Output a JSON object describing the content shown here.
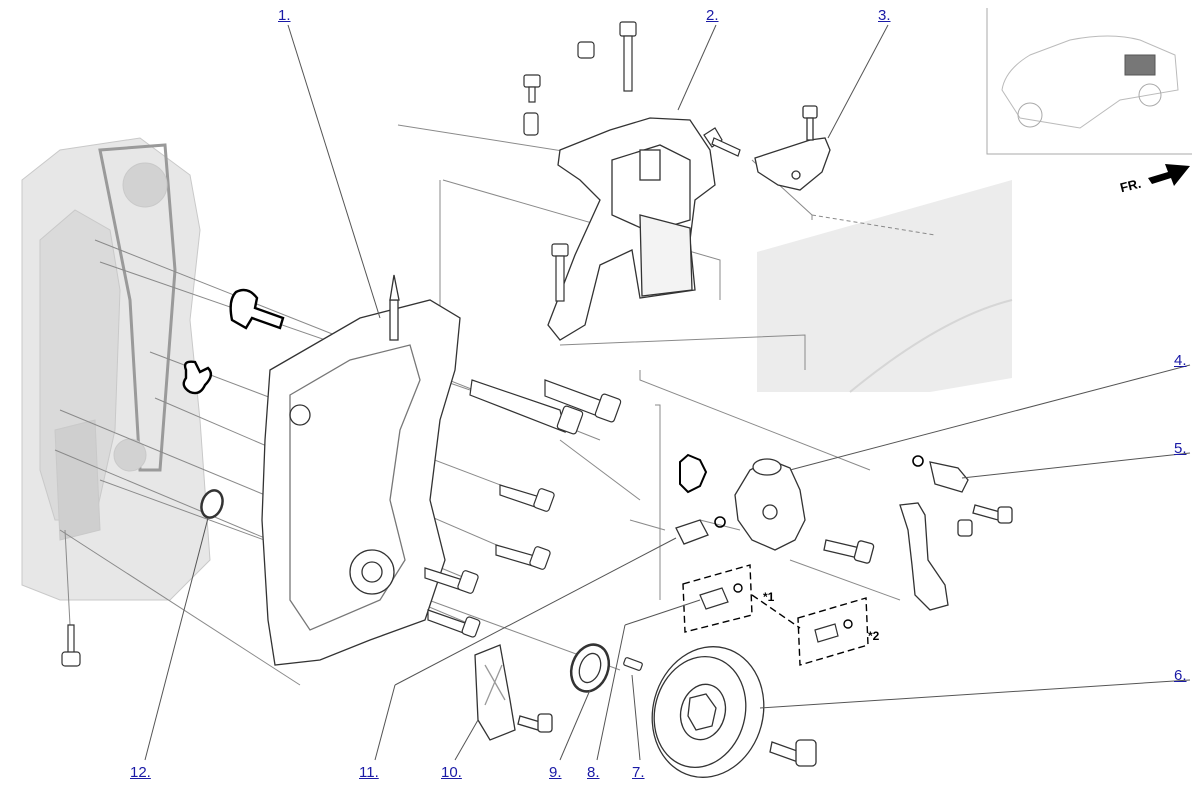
{
  "callouts": [
    {
      "id": "1",
      "label": "1."
    },
    {
      "id": "2",
      "label": "2."
    },
    {
      "id": "3",
      "label": "3."
    },
    {
      "id": "4",
      "label": "4."
    },
    {
      "id": "5",
      "label": "5."
    },
    {
      "id": "6",
      "label": "6."
    },
    {
      "id": "7",
      "label": "7."
    },
    {
      "id": "8",
      "label": "8."
    },
    {
      "id": "9",
      "label": "9."
    },
    {
      "id": "10",
      "label": "10."
    },
    {
      "id": "11",
      "label": "11."
    },
    {
      "id": "12",
      "label": "12."
    }
  ],
  "notes": {
    "n1": "*1",
    "n2": "*2"
  },
  "direction": {
    "label": "FR."
  },
  "colors": {
    "link": "#1a1aa6",
    "line": "#555555",
    "ghost": "#bdbdbd",
    "panel": "#ececec"
  }
}
